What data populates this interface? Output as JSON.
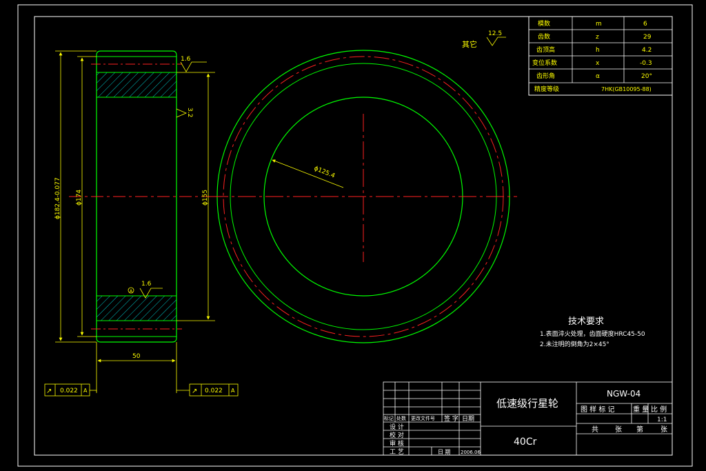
{
  "colors": {
    "background": "#000000",
    "frame": "#ffffff",
    "outline": "#00ff00",
    "centerline": "#ff2020",
    "dimension": "#ffff00",
    "hatch": "#00c8c8",
    "text": "#ffffff"
  },
  "params_table": {
    "rows": [
      [
        "模数",
        "m",
        "6"
      ],
      [
        "齿数",
        "z",
        "29"
      ],
      [
        "齿顶高",
        "h",
        "4.2"
      ],
      [
        "变位系数",
        "x",
        "-0.3"
      ],
      [
        "齿形角",
        "α",
        "20°"
      ],
      [
        "精度等级",
        "7HK(GB10095-88)",
        ""
      ]
    ]
  },
  "roughness_other": {
    "label": "其它",
    "value": "12.5"
  },
  "dimensions": {
    "top_roughness": "1.6",
    "side_roughness": "3.2",
    "bottom_roughness": "1.6",
    "datum_mark": "A",
    "dia_outer": "ϕ182.4-0.077",
    "dia_174": "ϕ174",
    "dia_155": "ϕ155",
    "width": "50",
    "bore": "ϕ125.4",
    "tol_left": [
      "↗",
      "0.022",
      "A"
    ],
    "tol_right": [
      "↗",
      "0.022",
      "A"
    ]
  },
  "tech_requirements": {
    "title": "技术要求",
    "items": [
      "1.表面淬火处理，齿面硬度HRC45-50",
      "2.未注明的倒角为2×45°"
    ]
  },
  "title_block": {
    "part_name": "低速级行星轮",
    "drawing_no": "NGW-04",
    "material": "40Cr",
    "header_row": [
      "标记",
      "处数",
      "更改文件号",
      "签 字",
      "日期"
    ],
    "roles": [
      "设 计",
      "校 对",
      "审 核",
      "工 艺"
    ],
    "date_label": "日 期",
    "date": "2006.06",
    "right_header": [
      "图 样 标 记",
      "重 量",
      "比 例"
    ],
    "scale": "1:1",
    "sheet_row": [
      "共",
      "张",
      "第",
      "张"
    ]
  }
}
